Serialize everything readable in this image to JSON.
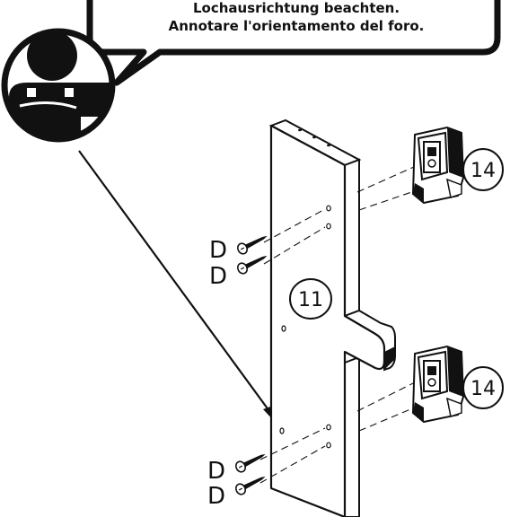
{
  "callout": {
    "line1": "Lochausrichtung beachten.",
    "line2": "Annotare l'orientamento del foro."
  },
  "parts": {
    "panel_label": "11",
    "bracket_top_label": "14",
    "bracket_bottom_label": "14",
    "screw_labels": [
      "D",
      "D",
      "D",
      "D"
    ]
  },
  "icons": {
    "person": "person-icon",
    "screw": "screw-icon",
    "bracket": "bracket-icon",
    "arrow": "arrow-icon"
  }
}
